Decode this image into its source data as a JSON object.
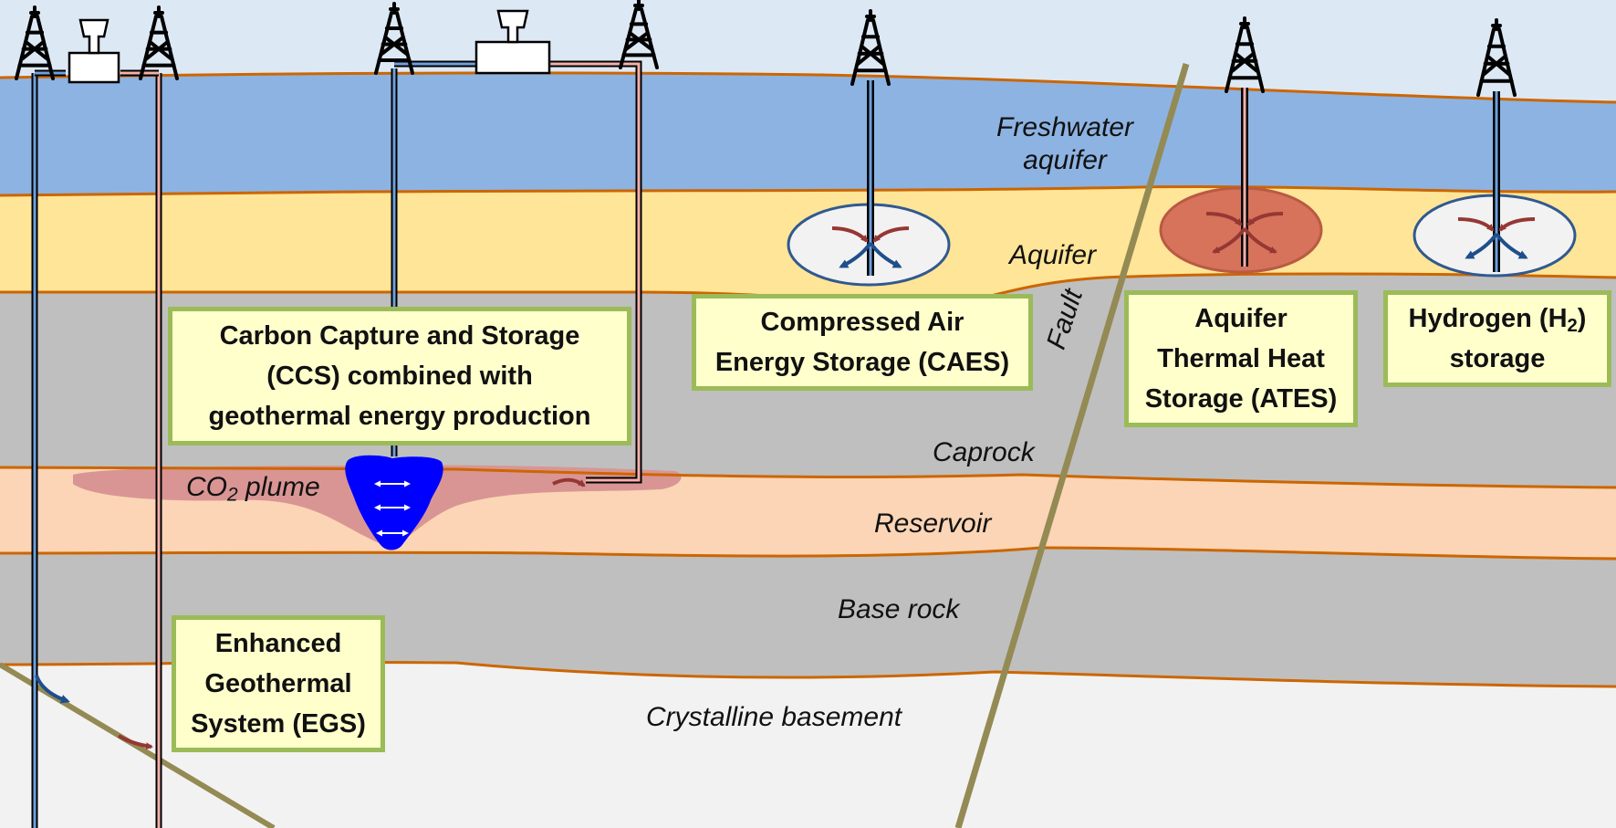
{
  "layers": {
    "freshwater_aquifer": [
      "Freshwater",
      "aquifer"
    ],
    "aquifer": "Aquifer",
    "caprock": "Caprock",
    "reservoir": "Reservoir",
    "base_rock": "Base rock",
    "crystalline_basement": "Crystalline basement",
    "fault": "Fault"
  },
  "plume": {
    "prefix": "CO",
    "sub": "2",
    "suffix": " plume"
  },
  "callouts": {
    "ccs": [
      "Carbon Capture and Storage",
      "(CCS) combined with",
      "geothermal energy production"
    ],
    "caes": [
      "Compressed Air",
      "Energy Storage (CAES)"
    ],
    "ates": [
      "Aquifer",
      "Thermal Heat",
      "Storage (ATES)"
    ],
    "hydrogen": {
      "line1_prefix": "Hydrogen (H",
      "line1_sub": "2",
      "line1_suffix": ")",
      "line2": "storage"
    },
    "egs": [
      "Enhanced",
      "Geothermal",
      "System (EGS)"
    ]
  },
  "colors": {
    "sky": "#dde8f5",
    "freshwater": "#8db3e2",
    "aquifer": "#ffe597",
    "caprock": "#bfbfbf",
    "reservoir": "#fbd5b5",
    "basement": "#f2f2f2",
    "boundary": "#cc6600",
    "fault": "#948a54",
    "co2_plume": "#d99594",
    "injection": "#0000ff",
    "callout_fill": "#ffffcc",
    "callout_border": "#9bbb59",
    "hot_arrow": "#953734",
    "cold_arrow": "#1f4e8c"
  },
  "icons": [
    "drilling-rig-icon",
    "surface-plant-icon",
    "flow-arrow-icon"
  ]
}
